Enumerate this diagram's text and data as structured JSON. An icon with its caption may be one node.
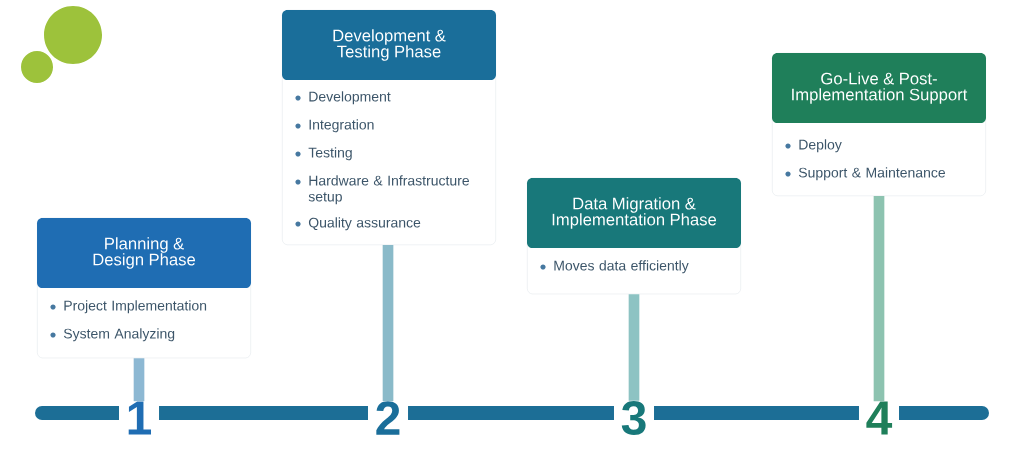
{
  "diagram": {
    "nodes": [
      {
        "text": [
          "Planning & Design Phase",
          "Project Implementation",
          "System Analyzing"
        ]
      },
      {
        "text": [
          "Development & Testing Phase",
          "Development",
          "Integration",
          "Testing",
          "Hardware & Infrastructure setup",
          "Quality assurance"
        ]
      },
      {
        "text": [
          "Data Migration & Implementation Phase",
          "Moves data efficiently"
        ]
      },
      {
        "text": [
          "Go-Live & Post-Implementation Support",
          "Deploy",
          "Support & Maintenance"
        ]
      },
      {
        "text": [
          "1"
        ]
      },
      {
        "text": [
          "2"
        ]
      },
      {
        "text": [
          "3"
        ]
      },
      {
        "text": [
          "4"
        ]
      }
    ],
    "edges": [
      {
        "from": 0,
        "to": 4,
        "arrow": "none"
      },
      {
        "from": 1,
        "to": 5,
        "arrow": "none"
      },
      {
        "from": 2,
        "to": 6,
        "arrow": "none"
      },
      {
        "from": 3,
        "to": 7,
        "arrow": "none"
      }
    ]
  }
}
